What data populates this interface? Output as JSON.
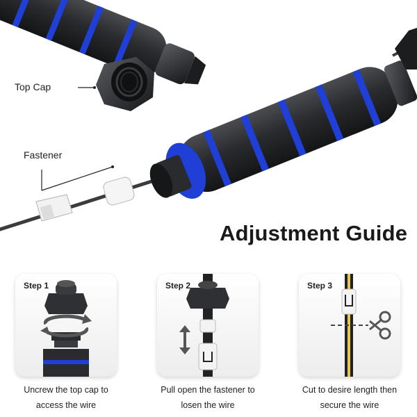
{
  "callouts": {
    "top_cap": "Top Cap",
    "fastener": "Fastener"
  },
  "title": "Adjustment Guide",
  "steps": [
    {
      "label": "Step 1",
      "caption_line1": "Uncrew the top cap to",
      "caption_line2": "access the wire"
    },
    {
      "label": "Step 2",
      "caption_line1": "Pull open the fastener to",
      "caption_line2": "losen the wire"
    },
    {
      "label": "Step 3",
      "caption_line1": "Cut to desire length then",
      "caption_line2": "secure the wire"
    }
  ],
  "colors": {
    "accent_blue": "#1f3fd6",
    "handle_black": "#2a2b2e"
  }
}
